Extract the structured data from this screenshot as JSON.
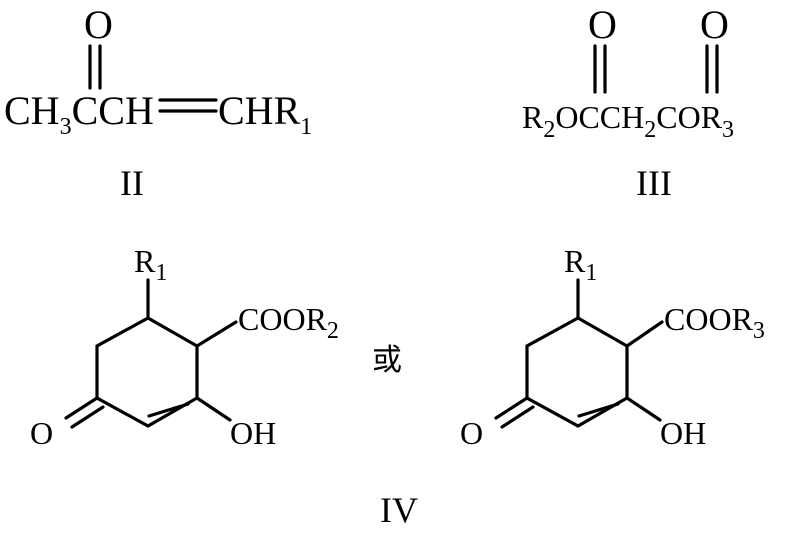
{
  "compound_II": {
    "oxygen": "O",
    "formula_a": "CH",
    "formula_a_sub": "3",
    "formula_b": "CCH",
    "formula_c": "CHR",
    "formula_c_sub": "1",
    "label": "II"
  },
  "compound_III": {
    "oxygen_left": "O",
    "oxygen_right": "O",
    "r_left": "R",
    "r_left_sub": "2",
    "mid": "OCCH",
    "mid_sub": "2",
    "right": "COR",
    "right_sub": "3",
    "label": "III"
  },
  "compound_IV_left": {
    "substituent_r": "R",
    "substituent_r_sub": "1",
    "ester": "COOR",
    "ester_sub": "2",
    "ketone_o": "O",
    "hydroxyl": "OH"
  },
  "connector": "或",
  "compound_IV_right": {
    "substituent_r": "R",
    "substituent_r_sub": "1",
    "ester": "COOR",
    "ester_sub": "3",
    "ketone_o": "O",
    "hydroxyl": "OH"
  },
  "compound_IV_label": "IV"
}
